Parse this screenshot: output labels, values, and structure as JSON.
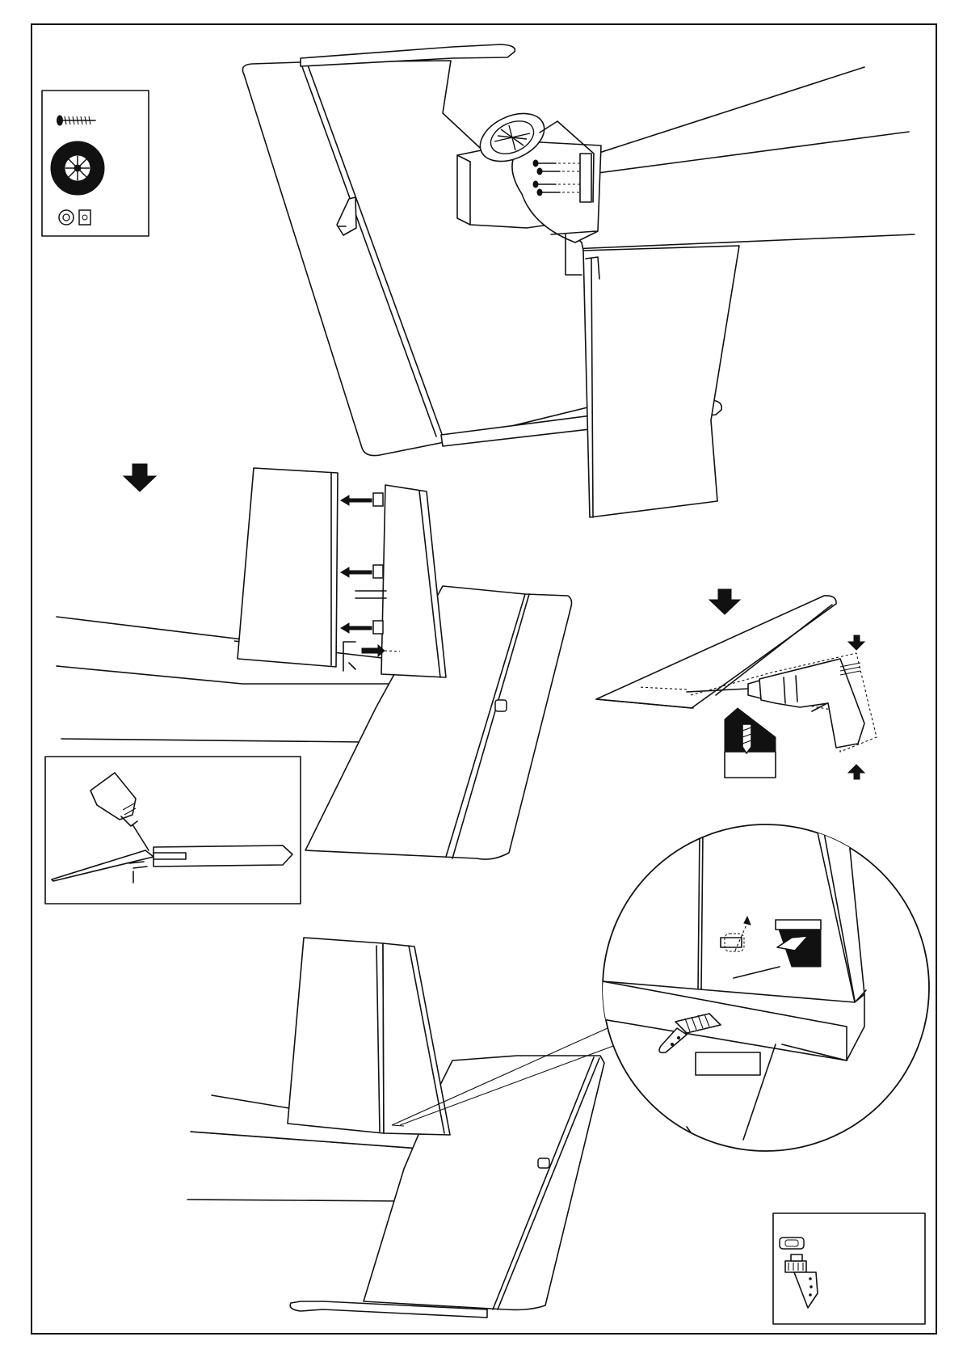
{
  "page": {
    "kind": "assembly-instruction-sheet",
    "text_content": []
  },
  "steps": [
    {
      "id": "tail-wheel-installation",
      "parts": [
        "screw-icon",
        "wheel-icon",
        "wheel-collar-icon",
        "steering-arm-icon"
      ]
    },
    {
      "id": "vertical-fin-gluing",
      "parts": [
        "fin-icon",
        "rudder-icon",
        "hinge-icon",
        "down-arrow-icon"
      ]
    },
    {
      "id": "hinge-glue-detail",
      "parts": [
        "glue-bottle-icon",
        "hinge-icon"
      ]
    },
    {
      "id": "drill-elevator-hole",
      "parts": [
        "drill-icon",
        "drill-bit-icon",
        "down-arrow-icon"
      ]
    },
    {
      "id": "control-horn-installation",
      "parts": [
        "control-horn-icon",
        "backplate-icon"
      ]
    }
  ],
  "colors": {
    "ink": "#111111",
    "paper": "#ffffff"
  }
}
